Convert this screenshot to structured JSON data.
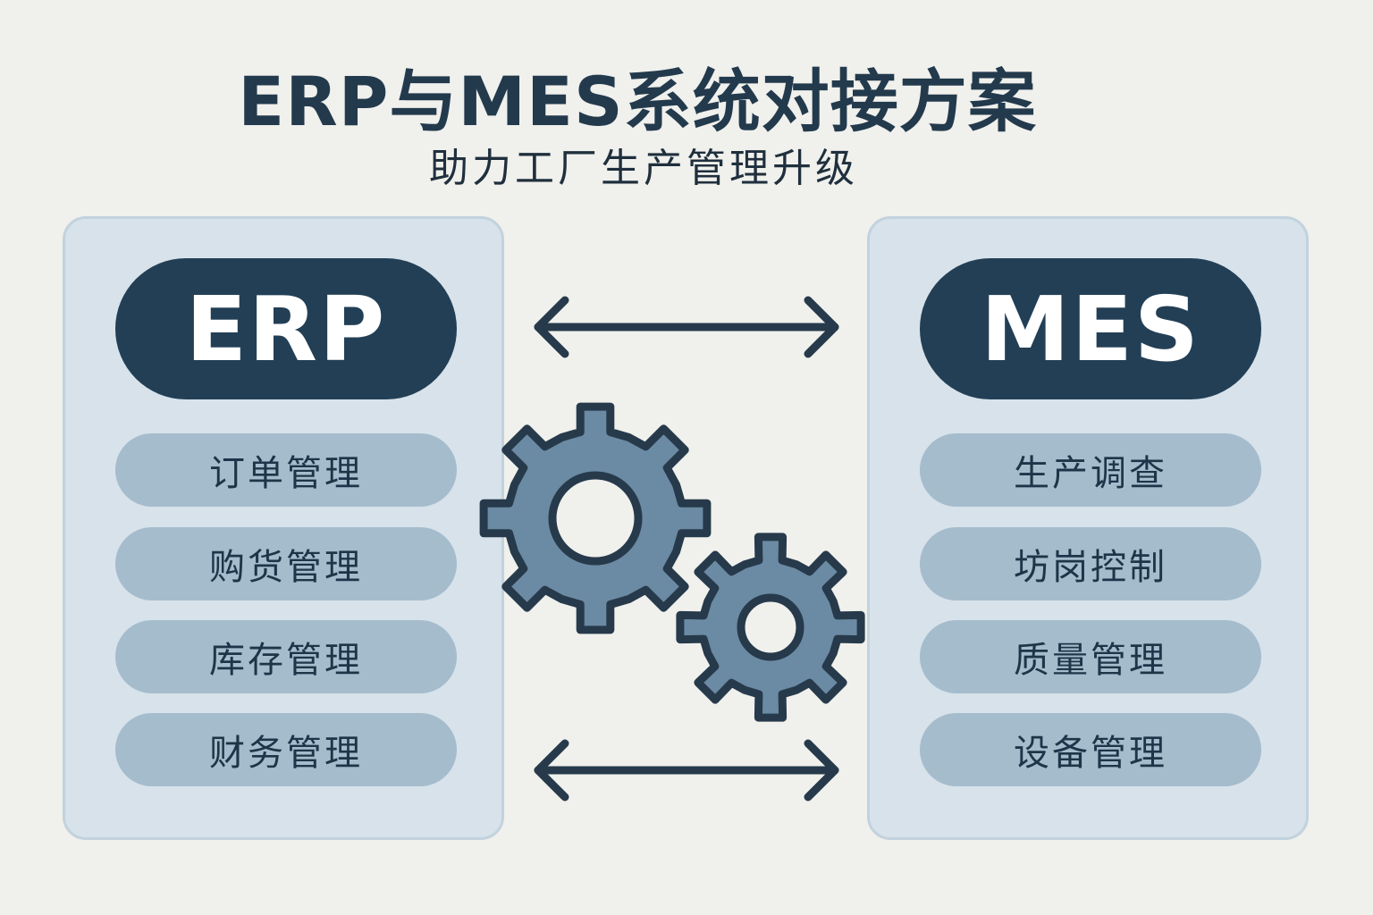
{
  "header": {
    "title": "ERP与MES系统对接方案",
    "subtitle": "助力工厂生产管理升级"
  },
  "erp": {
    "label": "ERP",
    "modules": [
      "订单管理",
      "购货管理",
      "库存管理",
      "财务管理"
    ]
  },
  "mes": {
    "label": "MES",
    "modules": [
      "生产调查",
      "坊岗控制",
      "质量管理",
      "设备管理"
    ]
  },
  "icons": [
    "double-arrow-icon",
    "gear-icon"
  ],
  "colors": {
    "background": "#f0f0ec",
    "panel": "#d7e2ea",
    "header_pill": "#223f56",
    "module_pill": "#a5bccd",
    "gear": "#6b8aa3",
    "outline": "#263a4b"
  }
}
